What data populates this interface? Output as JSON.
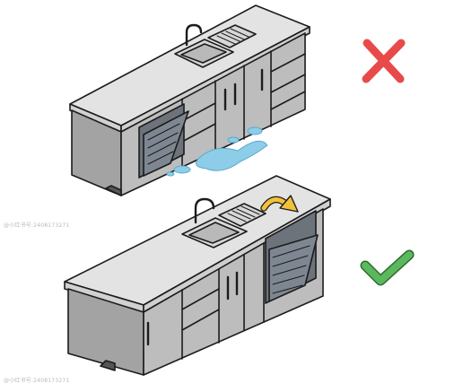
{
  "panels": [
    {
      "verdict": "wrong",
      "mark": "red-cross-icon",
      "mark_color": "#e84a4a",
      "note": "dishwasher next to counter end, far from sink; water leaking on floor"
    },
    {
      "verdict": "right",
      "mark": "green-check-icon",
      "mark_color": "#5cb85c",
      "note": "dishwasher placed next to sink"
    }
  ],
  "colors": {
    "countertop": "#e3e3e3",
    "cabinet_front": "#bdbdbd",
    "cabinet_side": "#9b9b9b",
    "dishwasher": "#7e8791",
    "water": "#8dcde8",
    "arrow": "#f2c13a",
    "outline": "#1c1c1c"
  },
  "watermarks": {
    "top": "@小红书号:2408173271",
    "bottom": "@小红书号:2408173271"
  }
}
